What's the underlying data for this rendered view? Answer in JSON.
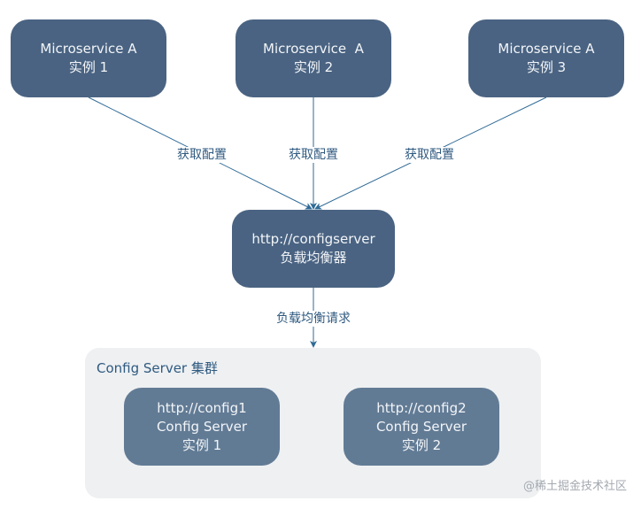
{
  "clients": [
    {
      "name": "Microservice A",
      "instance": "实例 1"
    },
    {
      "name": "Microservice  A",
      "instance": "实例 2"
    },
    {
      "name": "Microservice A",
      "instance": "实例 3"
    }
  ],
  "edge_labels": {
    "fetch_config": [
      "获取配置",
      "获取配置",
      "获取配置"
    ],
    "lb_request": "负载均衡请求"
  },
  "load_balancer": {
    "url": "http://configserver",
    "label": "负载均衡器"
  },
  "cluster": {
    "title": "Config Server 集群",
    "servers": [
      {
        "url": "http://config1",
        "name": "Config Server",
        "instance": "实例 1"
      },
      {
        "url": "http://config2",
        "name": "Config Server",
        "instance": "实例 2"
      }
    ]
  },
  "watermark": "@稀土掘金技术社区",
  "colors": {
    "node_dark": "#4a6382",
    "node_light": "#627b95",
    "edge": "#2f6a96",
    "label_text": "#2f5a80",
    "cluster_bg": "#eef0f2"
  }
}
